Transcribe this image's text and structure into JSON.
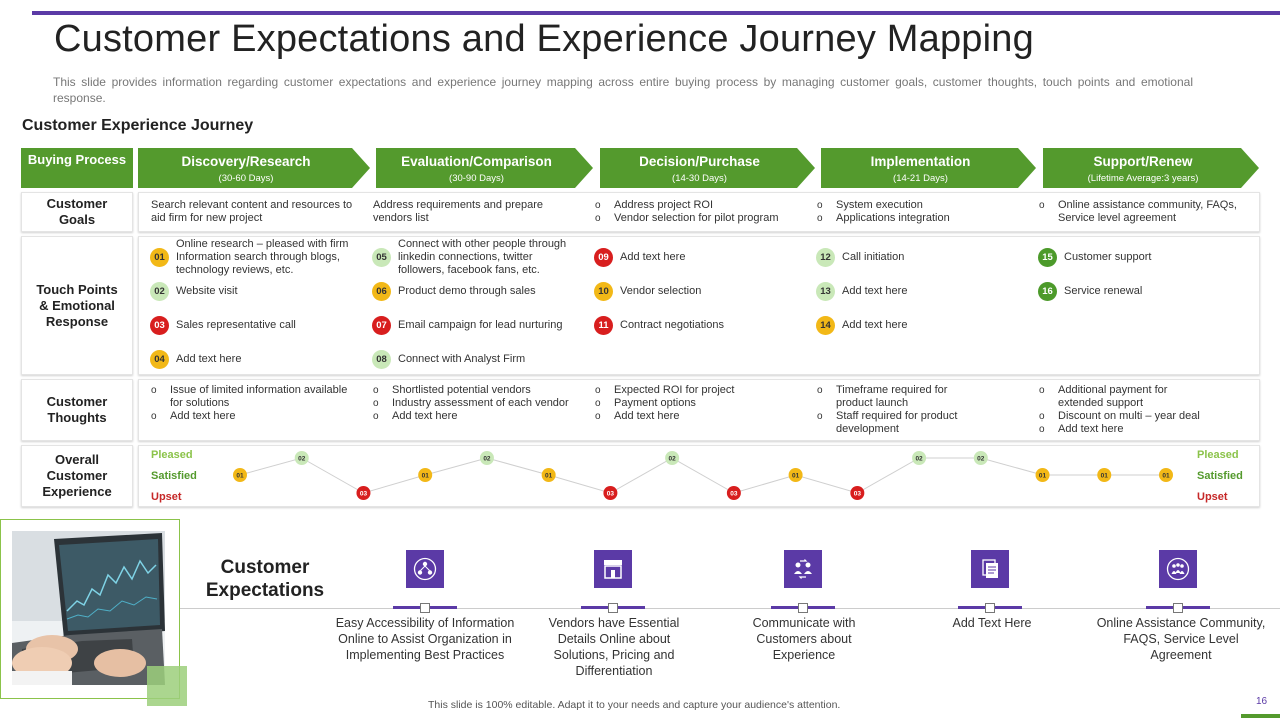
{
  "title": "Customer Expectations and Experience Journey Mapping",
  "subtitle": "This slide provides information regarding customer expectations and experience journey mapping across entire buying process by managing customer goals, customer thoughts, touch points and emotional response.",
  "section_heading": "Customer Experience Journey",
  "row_labels": {
    "buying_process": "Buying Process",
    "customer_goals": "Customer Goals",
    "touch_points": "Touch Points & Emotional Response",
    "customer_thoughts": "Customer Thoughts",
    "overall_experience": "Overall Customer Experience"
  },
  "stages": [
    {
      "name": "Discovery/Research",
      "duration": "(30-60 Days)"
    },
    {
      "name": "Evaluation/Comparison",
      "duration": "(30-90 Days)"
    },
    {
      "name": "Decision/Purchase",
      "duration": "(14-30 Days)"
    },
    {
      "name": "Implementation",
      "duration": "(14-21 Days)"
    },
    {
      "name": "Support/Renew",
      "duration": "(Lifetime Average:3 years)"
    }
  ],
  "goals": {
    "discovery": "Search relevant content and resources to aid firm for new project",
    "evaluation": "Address requirements and prepare vendors list",
    "decision": [
      "Address project ROI",
      "Vendor selection for pilot program"
    ],
    "implementation": [
      "System execution",
      "Applications integration"
    ],
    "support": [
      "Online assistance community, FAQs, Service level agreement"
    ]
  },
  "touch_points": [
    {
      "num": "01",
      "text": "Online research – pleased with firm Information search through blogs, technology reviews, etc.",
      "color": "#f2b817"
    },
    {
      "num": "02",
      "text": "Website visit",
      "color": "#c9e8b8"
    },
    {
      "num": "03",
      "text": "Sales representative call",
      "color": "#d81e1e"
    },
    {
      "num": "04",
      "text": "Add text here",
      "color": "#f2b817"
    },
    {
      "num": "05",
      "text": "Connect with other people through linkedin connections, twitter followers, facebook fans, etc.",
      "color": "#c9e8b8"
    },
    {
      "num": "06",
      "text": "Product demo through sales",
      "color": "#f2b817"
    },
    {
      "num": "07",
      "text": "Email  campaign for lead nurturing",
      "color": "#d81e1e"
    },
    {
      "num": "08",
      "text": "Connect with Analyst Firm",
      "color": "#c9e8b8"
    },
    {
      "num": "09",
      "text": "Add text here",
      "color": "#d81e1e"
    },
    {
      "num": "10",
      "text": "Vendor selection",
      "color": "#f2b817"
    },
    {
      "num": "11",
      "text": "Contract negotiations",
      "color": "#d81e1e"
    },
    {
      "num": "12",
      "text": "Call initiation",
      "color": "#c9e8b8"
    },
    {
      "num": "13",
      "text": "Add text here",
      "color": "#c9e8b8"
    },
    {
      "num": "14",
      "text": "Add text here",
      "color": "#f2b817"
    },
    {
      "num": "15",
      "text": "Customer support",
      "color": "#4c9a2a"
    },
    {
      "num": "16",
      "text": "Service renewal",
      "color": "#4c9a2a"
    }
  ],
  "thoughts": {
    "discovery": [
      "Issue of limited information available for solutions",
      "Add text here"
    ],
    "evaluation": [
      "Shortlisted potential vendors",
      "Industry assessment of each vendor",
      "Add text here"
    ],
    "decision": [
      "Expected ROI  for project",
      "Payment options",
      "Add text here"
    ],
    "implementation": [
      "Timeframe required for product launch",
      "Staff required for product development"
    ],
    "support": [
      "Additional payment for extended support",
      "Discount on multi – year deal",
      "Add text here"
    ]
  },
  "chart_data": {
    "type": "line",
    "levels": [
      "Pleased",
      "Satisfied",
      "Upset"
    ],
    "level_colors": {
      "Pleased": "#8bc34a",
      "Satisfied": "#549a2d",
      "Upset": "#c62828"
    },
    "points": [
      {
        "label": "01",
        "level": "Satisfied"
      },
      {
        "label": "02",
        "level": "Pleased"
      },
      {
        "label": "03",
        "level": "Upset"
      },
      {
        "label": "01",
        "level": "Satisfied"
      },
      {
        "label": "02",
        "level": "Pleased"
      },
      {
        "label": "01",
        "level": "Satisfied"
      },
      {
        "label": "03",
        "level": "Upset"
      },
      {
        "label": "02",
        "level": "Pleased"
      },
      {
        "label": "03",
        "level": "Upset"
      },
      {
        "label": "01",
        "level": "Satisfied"
      },
      {
        "label": "03",
        "level": "Upset"
      },
      {
        "label": "02",
        "level": "Pleased"
      },
      {
        "label": "02",
        "level": "Pleased"
      },
      {
        "label": "01",
        "level": "Satisfied"
      },
      {
        "label": "01",
        "level": "Satisfied"
      },
      {
        "label": "01",
        "level": "Satisfied"
      }
    ]
  },
  "expectations": {
    "heading": "Customer Expectations",
    "items": [
      {
        "icon": "network-users-icon",
        "text": "Easy Accessibility of Information  Online to Assist Organization  in Implementing Best Practices"
      },
      {
        "icon": "storefront-icon",
        "text": "Vendors have Essential Details Online about Solutions, Pricing and Differentiation"
      },
      {
        "icon": "people-exchange-icon",
        "text": "Communicate with Customers about Experience"
      },
      {
        "icon": "documents-icon",
        "text": "Add Text Here"
      },
      {
        "icon": "community-group-icon",
        "text": "Online Assistance Community, FAQS, Service Level Agreement"
      }
    ]
  },
  "footer_note": "This slide is 100% editable. Adapt it to your needs and capture your audience's attention.",
  "page_number": "16",
  "colors": {
    "accent_purple": "#5b3aa6",
    "stage_green": "#549a2d"
  }
}
